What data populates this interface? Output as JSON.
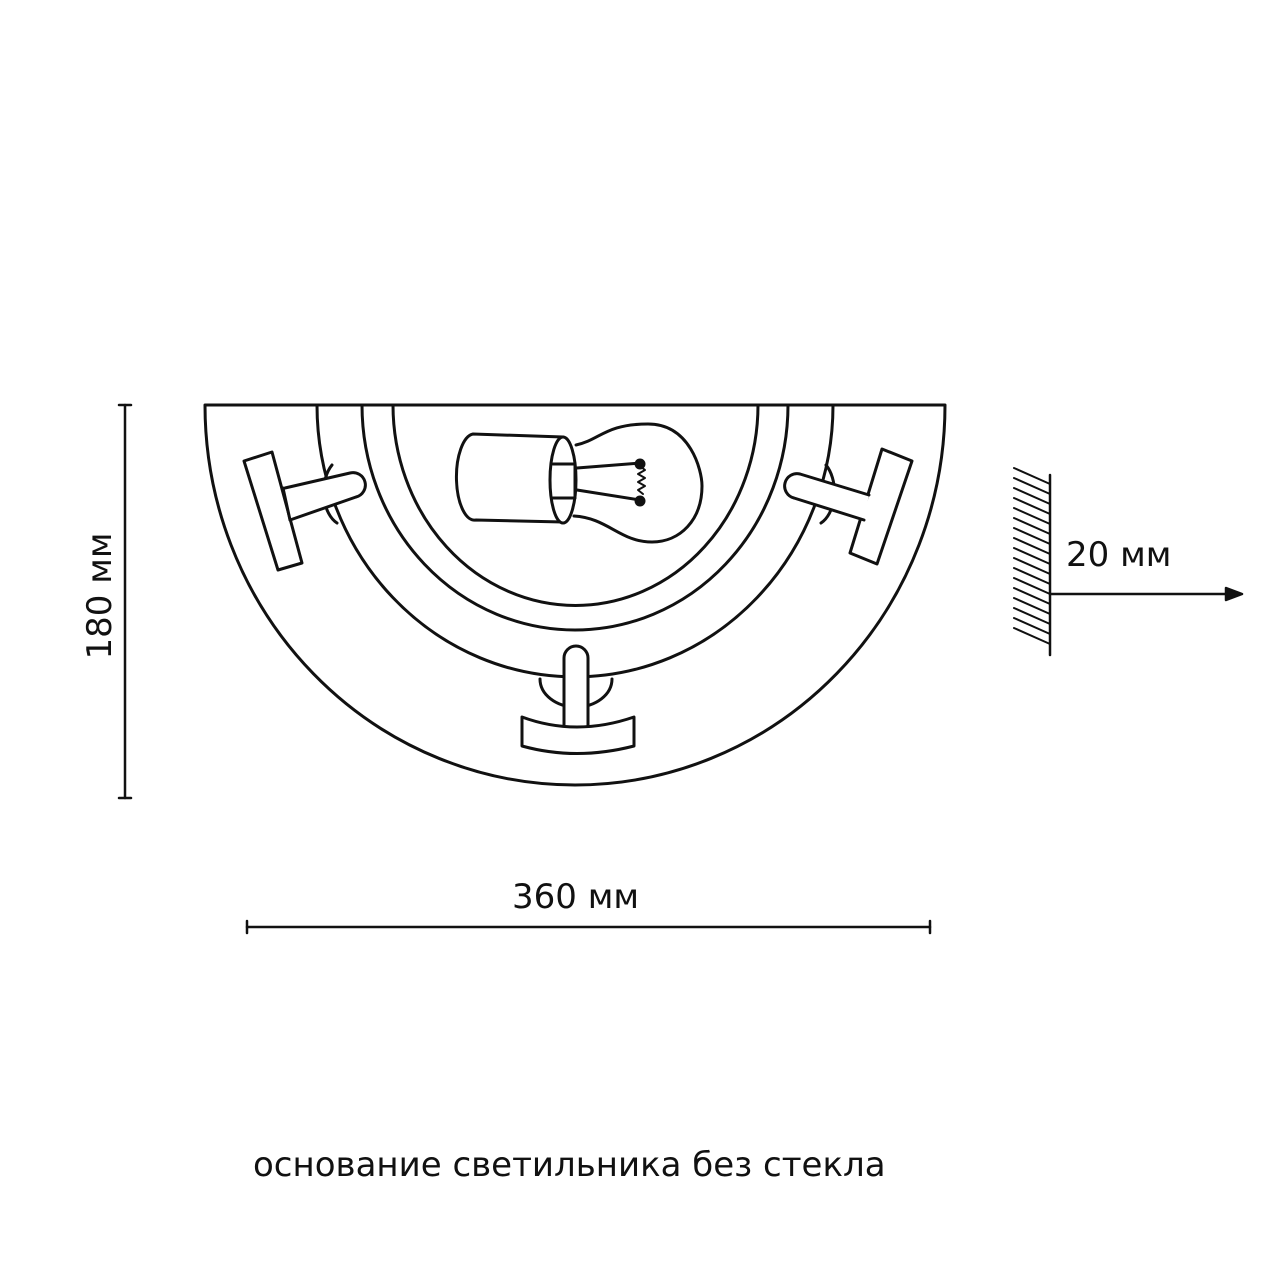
{
  "diagram": {
    "subject": "wall lamp base (half-round sconce) front view",
    "stroke_color": "#111111",
    "background": "#ffffff"
  },
  "dimensions": {
    "height": {
      "value": 180,
      "unit": "мм",
      "label": "180 мм",
      "orientation": "vertical"
    },
    "width": {
      "value": 360,
      "unit": "мм",
      "label": "360 мм",
      "orientation": "horizontal"
    },
    "depth": {
      "value": 20,
      "unit": "мм",
      "label": "20 мм",
      "orientation": "from wall"
    }
  },
  "parts": {
    "outer_plate": "half-round base plate",
    "rings": [
      "outer ring",
      "middle ring",
      "inner ring"
    ],
    "clips": [
      "left glass clip",
      "right glass clip",
      "bottom glass clip"
    ],
    "socket": "lamp socket",
    "bulb": "incandescent bulb"
  },
  "wall_symbol": "hatched wall with outward arrow",
  "caption": "основание светильника без стекла"
}
